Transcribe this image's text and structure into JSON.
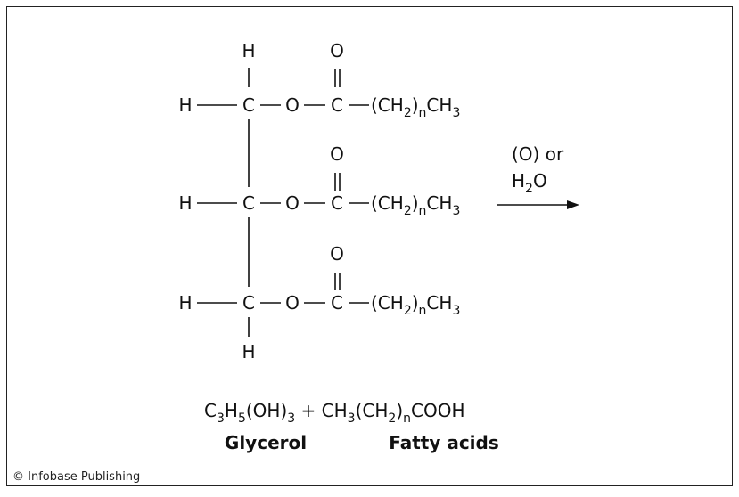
{
  "atoms": {
    "h": "H",
    "c": "C",
    "o": "O"
  },
  "chain": {
    "main": "(CH",
    "sub": "2",
    "n": "n",
    "end": "CH",
    "end_sub": "3"
  },
  "reagent": {
    "line1": "(O) or",
    "h": "H",
    "sub": "2",
    "o": "O"
  },
  "products": {
    "p1": "C",
    "p1s": "3",
    "p2": "H",
    "p2s": "5",
    "p3": "(OH)",
    "p3s": "3",
    "plus": " + ",
    "q1": "CH",
    "q1s": "3",
    "q2": "(CH",
    "q2s": "2",
    "q3": ")",
    "q3s": "n",
    "q4": "COOH"
  },
  "labels": {
    "glycerol": "Glycerol",
    "fatty_acids": "Fatty acids"
  },
  "credit": "© Infobase Publishing"
}
